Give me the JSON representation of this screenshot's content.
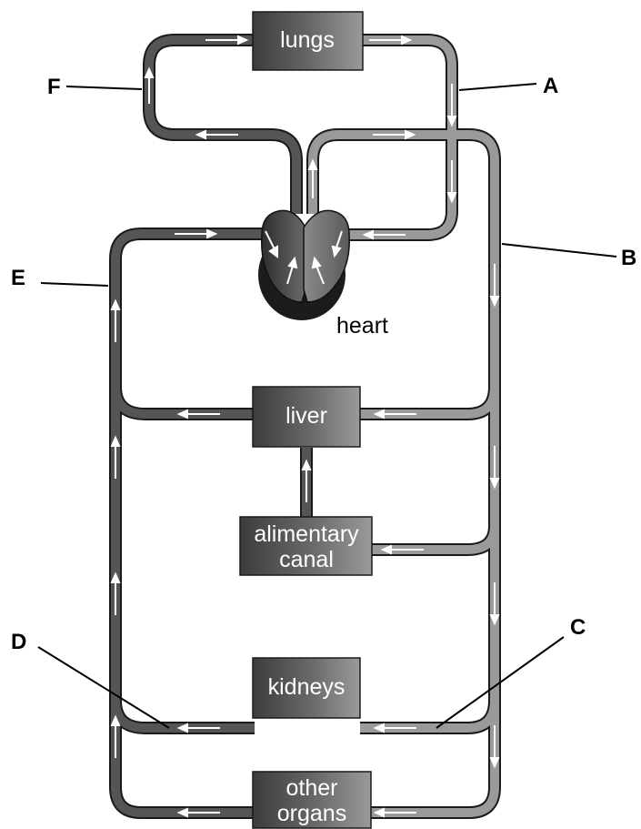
{
  "organs": {
    "lungs": "lungs",
    "liver": "liver",
    "alimentary_line1": "alimentary",
    "alimentary_line2": "canal",
    "kidneys": "kidneys",
    "other_line1": "other",
    "other_line2": "organs",
    "heart": "heart"
  },
  "labels": {
    "A": "A",
    "B": "B",
    "C": "C",
    "D": "D",
    "E": "E",
    "F": "F"
  },
  "colors": {
    "oxygenated_vessel": "#9a9a9a",
    "deoxygenated_vessel": "#555555",
    "vessel_outline": "#1a1a1a",
    "arrow": "#ffffff",
    "heart_base": "#1c1c1c"
  }
}
